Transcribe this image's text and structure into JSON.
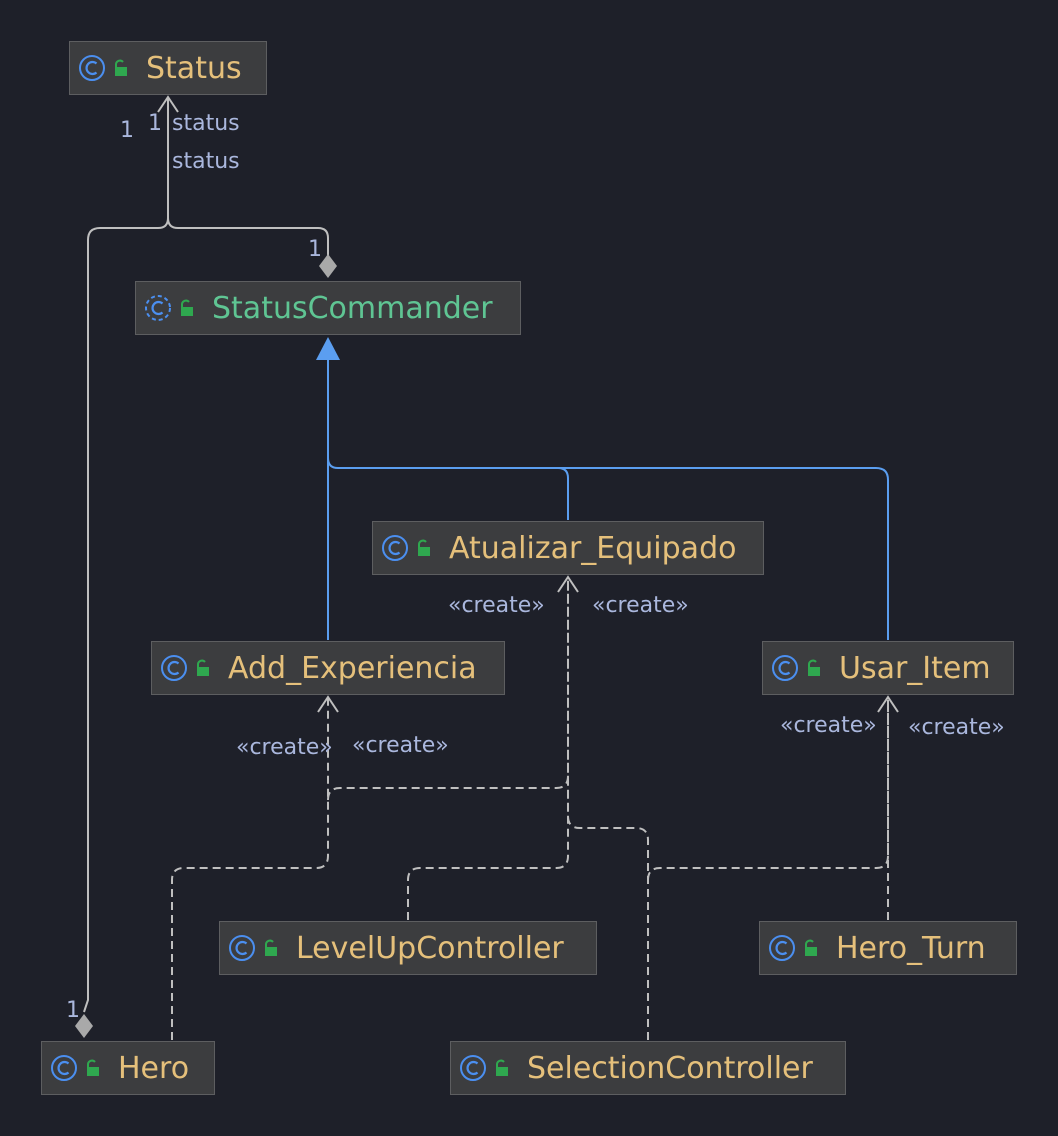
{
  "classes": {
    "status": {
      "name": "Status"
    },
    "status_commander": {
      "name": "StatusCommander"
    },
    "atualizar_equipado": {
      "name": "Atualizar_Equipado"
    },
    "add_experiencia": {
      "name": "Add_Experiencia"
    },
    "usar_item": {
      "name": "Usar_Item"
    },
    "level_up_controller": {
      "name": "LevelUpController"
    },
    "hero_turn": {
      "name": "Hero_Turn"
    },
    "hero": {
      "name": "Hero"
    },
    "selection_controller": {
      "name": "SelectionController"
    }
  },
  "labels": {
    "hero_status_mult": "1",
    "commander_status_mult": "1",
    "commander_status_role": "status",
    "hero_status_role": "status",
    "commander_end_mult": "1",
    "hero_end_mult": "1",
    "create": "«create»"
  },
  "colors": {
    "background": "#1e2029",
    "node_fill": "#3c3d3f",
    "class_name": "#e5c07b",
    "abstract_name": "#5fc593",
    "inheritance": "#5b9ef0",
    "association": "#bfbfbf",
    "label": "#aab7dd"
  },
  "icons": {
    "class": "class-c-icon",
    "abstract_class": "abstract-class-c-icon",
    "visibility": "public-lock-icon"
  }
}
